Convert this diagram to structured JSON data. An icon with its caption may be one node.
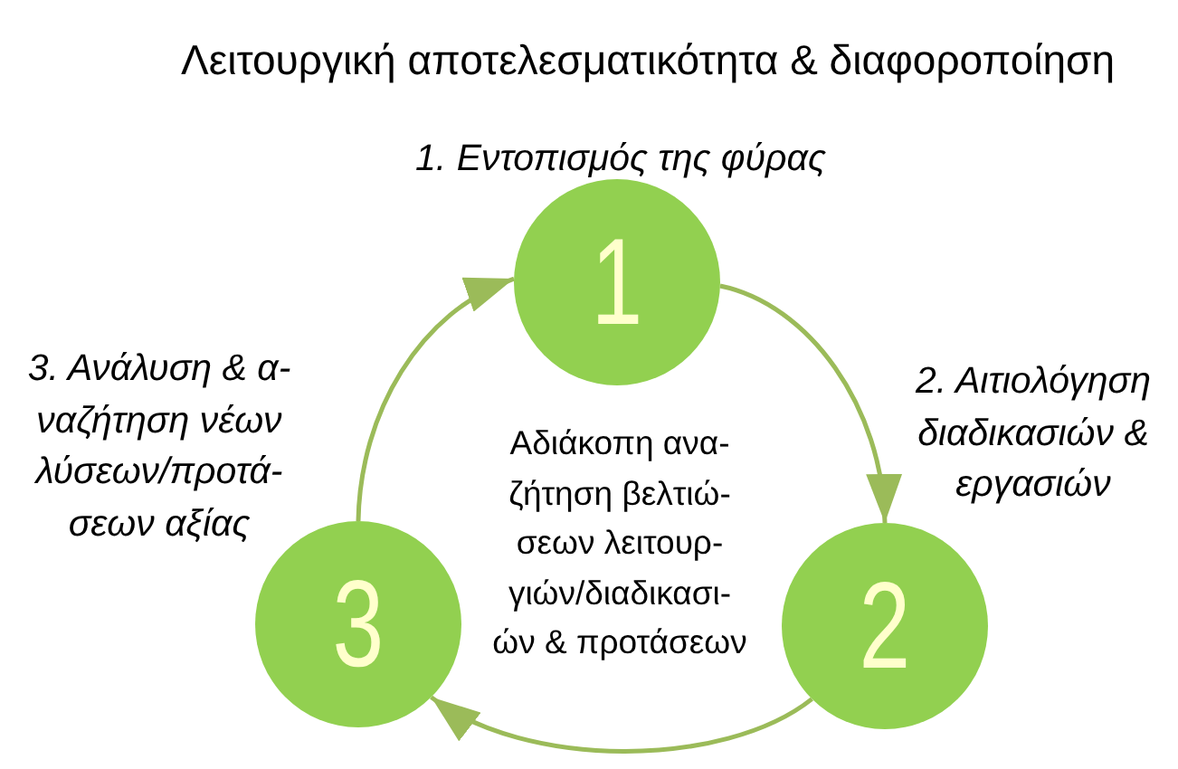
{
  "diagram": {
    "title": "Λειτουργική αποτελεσματικότητα & διαφοροποίηση",
    "nodes": [
      {
        "text": [
          "1"
        ],
        "beside": [
          "1. Εντοπισμός της φύρας"
        ]
      },
      {
        "text": [
          "2"
        ],
        "beside": [
          "2. Αιτιολόγηση διαδικασιών & εργασιών"
        ]
      },
      {
        "text": [
          "3"
        ],
        "beside": [
          "3. Ανάλυση & α-ναζήτηση νέων λύσεων/προτά-σεων αξίας"
        ]
      }
    ],
    "edges": [
      {
        "from": 0,
        "to": 1,
        "arrow": "to"
      },
      {
        "from": 1,
        "to": 2,
        "arrow": "to"
      },
      {
        "from": 2,
        "to": 0,
        "arrow": "to"
      }
    ],
    "labels": [
      "Αδιάκοπη ανα-ζήτηση βελτιώ-σεων λειτουρ-γιών/διαδικασι-ών & προτάσεων"
    ]
  }
}
